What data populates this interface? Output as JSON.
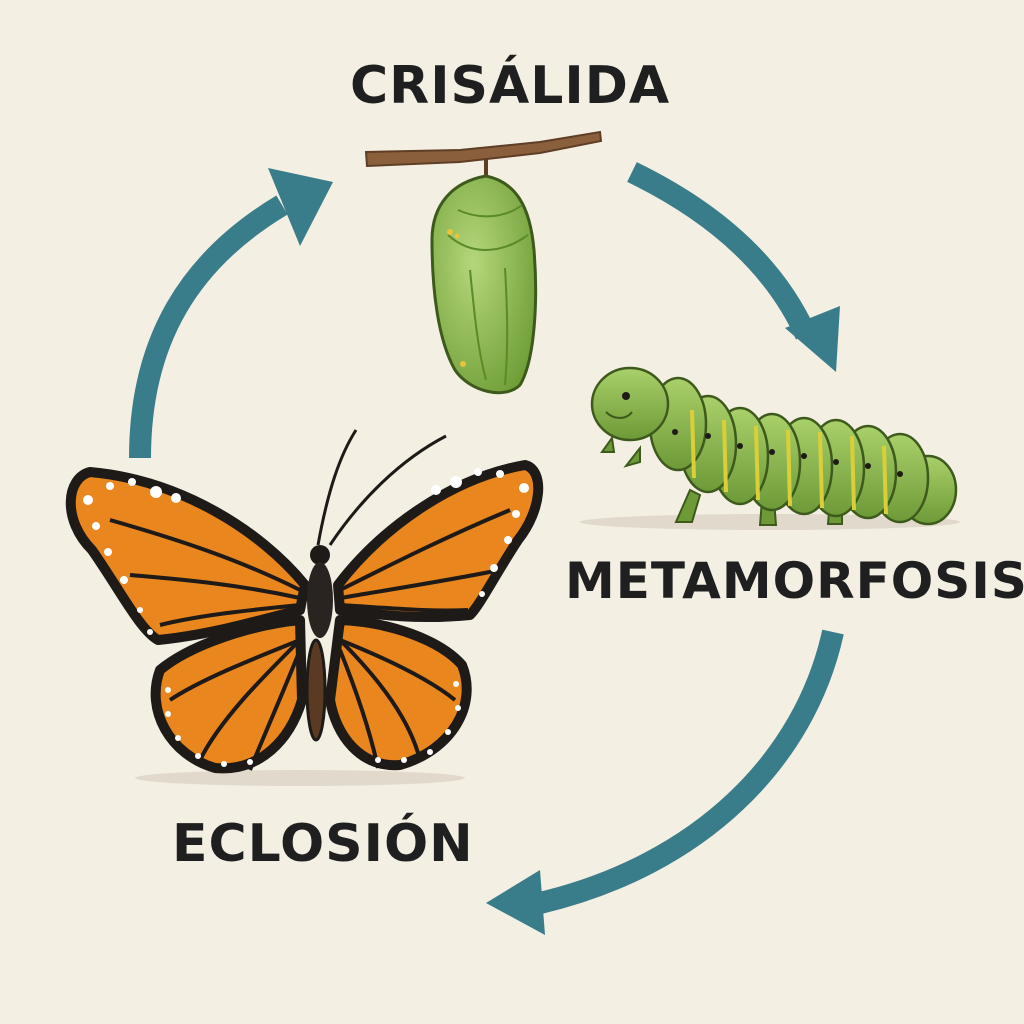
{
  "stages": {
    "top": "CRISÁLIDA",
    "right": "METAMORFOSIS",
    "bottom_left": "ECLOSIÓN"
  },
  "colors": {
    "background": "#f4efe3",
    "arrow": "#3a7d8a",
    "label": "#1f1f1f",
    "chrysalis": "#8fbf4f",
    "caterpillar": "#8dbd4a",
    "wing_orange": "#e9861e",
    "wing_black": "#1e1a17",
    "branch": "#8a5f3c"
  },
  "icons": [
    "cycle-arrow-icon",
    "chrysalis-icon",
    "caterpillar-icon",
    "butterfly-icon"
  ]
}
